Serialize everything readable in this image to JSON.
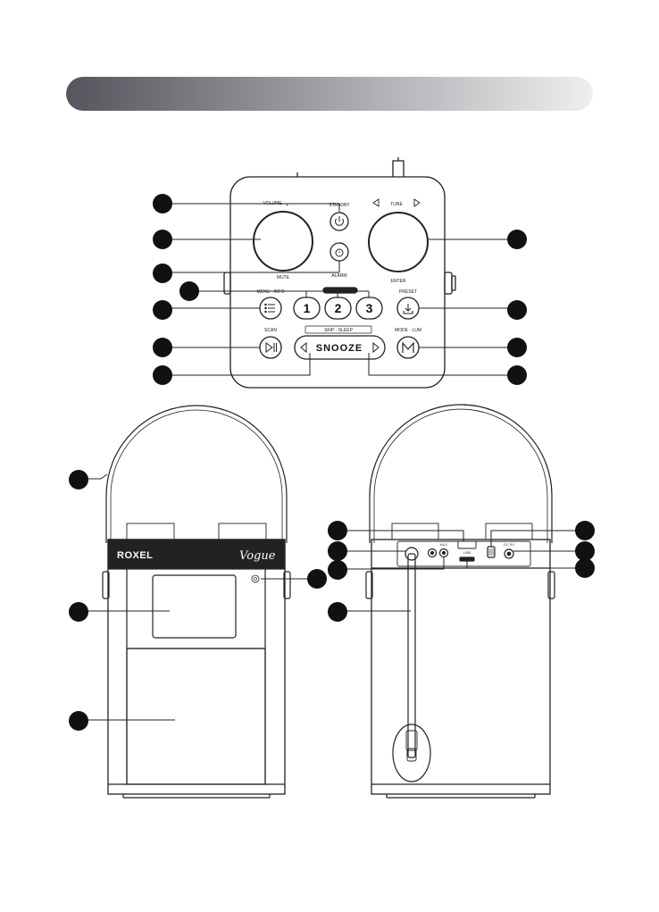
{
  "control_panel": {
    "volume_label": "VOLUME",
    "mute_label": "MUTE",
    "standby_label": "STANDBY",
    "alarm_label": "ALARM",
    "tune_label": "TUNE",
    "enter_label": "ENTER",
    "menu_info_label": "MENU · INFO",
    "scan_label": "SCAN",
    "preset_label": "PRESET",
    "mode_lum_label": "MODE · LUM",
    "skip_sleep_label": "SKIP · SLEEP",
    "snooze_label": "SNOOZE",
    "preset_buttons": [
      "1",
      "2",
      "3"
    ]
  },
  "front_view": {
    "brand": "ROXEL",
    "signature": "Vogue"
  },
  "rear_view": {
    "usb_label": "USB",
    "aux_label": "AUX",
    "dc_label": "DC 5V"
  },
  "colors": {
    "header_bar_dark": "#5b5b63",
    "header_bar_light": "#ececee",
    "callout_dot": "#111111",
    "brand_band": "#222222"
  }
}
